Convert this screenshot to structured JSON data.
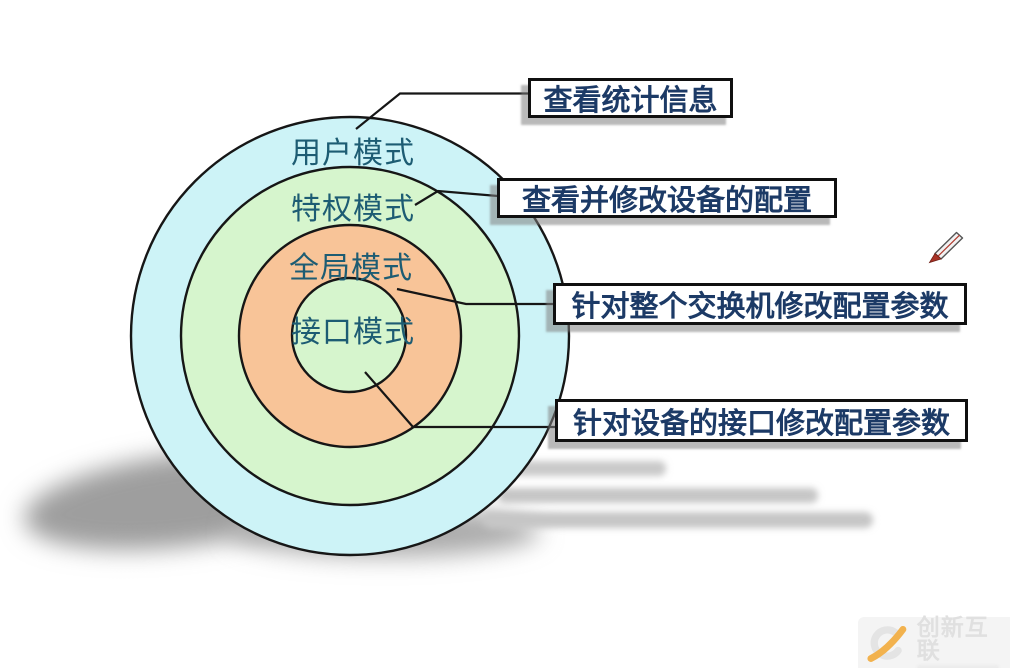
{
  "diagram": {
    "rings": [
      {
        "name": "user-mode",
        "label": "用户模式",
        "fill": "#cdf3f7"
      },
      {
        "name": "privileged-mode",
        "label": "特权模式",
        "fill": "#d6f5cd"
      },
      {
        "name": "global-config-mode",
        "label": "全局模式",
        "fill": "#f8c498"
      },
      {
        "name": "interface-config-mode",
        "label": "接口模式",
        "fill": "#d6f5cd"
      }
    ],
    "outline_color": "#161616"
  },
  "callouts": [
    {
      "text": "查看统计信息",
      "points_to": "user-mode"
    },
    {
      "text": "查看并修改设备的配置",
      "points_to": "privileged-mode"
    },
    {
      "text": "针对整个交换机修改配置参数",
      "points_to": "global-config-mode"
    },
    {
      "text": "针对设备的接口修改配置参数",
      "points_to": "interface-config-mode"
    }
  ],
  "styles": {
    "ring_label_color": "#1d5c73",
    "callout_text_color": "#1c3a66"
  },
  "cursor": {
    "icon": "pen-pointer-icon"
  },
  "watermark": {
    "text": "创新互联",
    "icon": "cx-check-logo-icon",
    "swoosh_color": "#f2b24e"
  }
}
